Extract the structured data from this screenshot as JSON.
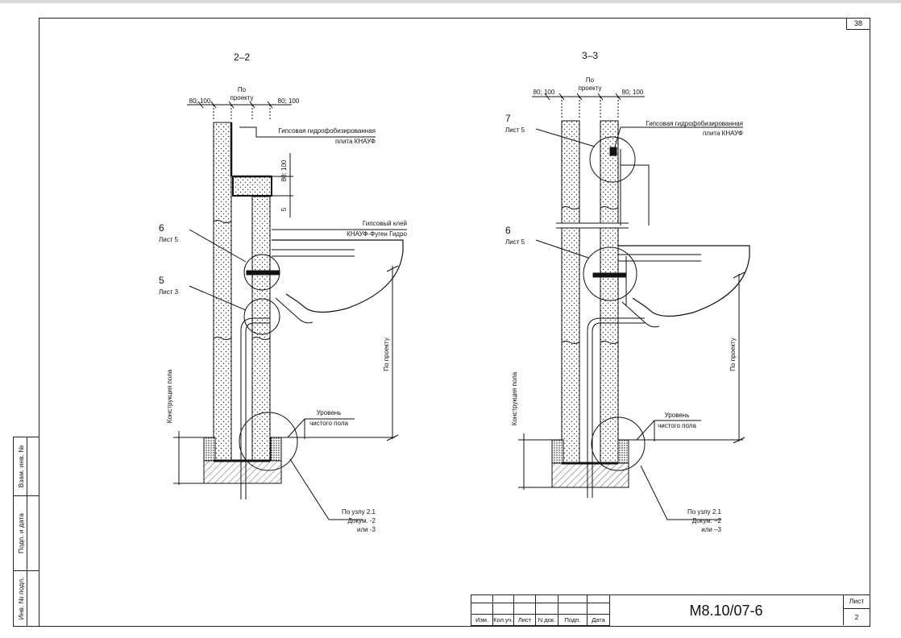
{
  "sheet": {
    "page_number": "38",
    "code": "М8.10/07-6",
    "list_label": "Лист",
    "list_number": "2"
  },
  "stamp_columns": [
    "Изм.",
    "Кол.уч.",
    "Лист",
    "N док.",
    "Подп.",
    "Дата"
  ],
  "side_strip": [
    "Взам. инв. №",
    "Подп. и дата",
    "Инв. № подл."
  ],
  "section_2_2": {
    "title": "2–2",
    "dim_left": "80; 100",
    "dim_center_1": "По",
    "dim_center_2": "проекту",
    "dim_right": "80; 100",
    "dim_vert_1": "80; 100",
    "dim_vert_2": "5",
    "board_label_1": "Гипсовая гидрофобизированная",
    "board_label_2": "плита КНАУФ",
    "glue_label_1": "Гипсовый клей",
    "glue_label_2": "КНАУФ-Фуген Гидро",
    "callout_6_num": "6",
    "callout_6_sheet": "Лист 5",
    "callout_5_num": "5",
    "callout_5_sheet": "Лист 3",
    "height_label": "По проекту",
    "floor_construction": "Конструкция пола",
    "floor_level_1": "Уровень",
    "floor_level_2": "чистого пола",
    "node_ref_1": "По узлу 2.1",
    "node_ref_2": "Докум. -2",
    "node_ref_3": "или -3"
  },
  "section_3_3": {
    "title": "3–3",
    "dim_left": "80; 100",
    "dim_center_1": "По",
    "dim_center_2": "проекту",
    "dim_right": "80; 100",
    "board_label_1": "Гипсовая гидрофобизированная",
    "board_label_2": "плита КНАУФ",
    "callout_7_num": "7",
    "callout_7_sheet": "Лист 5",
    "callout_6_num": "6",
    "callout_6_sheet": "Лист 5",
    "height_label": "По проекту",
    "floor_construction": "Конструкция пола",
    "floor_level_1": "Уровень",
    "floor_level_2": "чистого пола",
    "node_ref_1": "По узлу 2.1",
    "node_ref_2": "Докум. –2",
    "node_ref_3": "или –3"
  }
}
